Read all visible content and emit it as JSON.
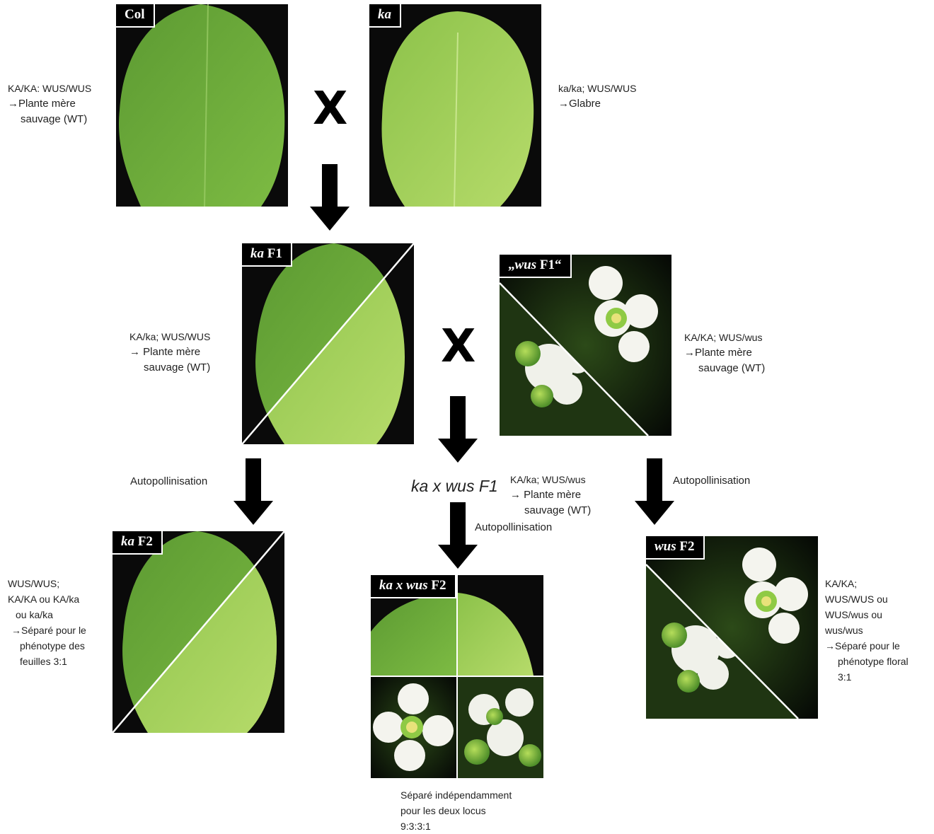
{
  "panels": {
    "col": {
      "label": "Col"
    },
    "ka": {
      "label": "ka"
    },
    "ka_f1": {
      "label_italic": "ka",
      "label_rest": " F1"
    },
    "wus_f1": {
      "label_pre": "„",
      "label_italic": "wus",
      "label_rest": " F1“"
    },
    "ka_f2": {
      "label_italic": "ka",
      "label_rest": " F2"
    },
    "kawus_f2": {
      "label_italic": "ka x wus",
      "label_rest": " F2"
    },
    "wus_f2": {
      "label_italic": "wus",
      "label_rest": " F2"
    }
  },
  "cross_symbols": {
    "top": "X",
    "middle": "X"
  },
  "annotations": {
    "col_note": {
      "genotype": "KA/KA: WUS/WUS",
      "line1": "→Plante mère",
      "line2": "sauvage (WT)"
    },
    "ka_note": {
      "genotype": "ka/ka; WUS/WUS",
      "line1": "→Glabre"
    },
    "ka_f1_note": {
      "genotype": "KA/ka; WUS/WUS",
      "line1": "→ Plante mère",
      "line2": "sauvage (WT)"
    },
    "wus_f1_note": {
      "genotype": "KA/KA; WUS/wus",
      "line1": "→Plante mère",
      "line2": "sauvage (WT)"
    },
    "cross_f1_label": "ka x wus F1",
    "cross_f1_note": {
      "genotype": "KA/ka; WUS/wus",
      "line1": "→ Plante mère",
      "line2": "sauvage (WT)"
    },
    "auto_left": "Autopollinisation",
    "auto_middle": "Autopollinisation",
    "auto_right": "Autopollinisation",
    "ka_f2_note": {
      "line1": "WUS/WUS;",
      "line2": "KA/KA ou   KA/ka",
      "line3": "ou ka/ka",
      "line4": "→Séparé pour le",
      "line5": "phénotype des",
      "line6": "feuilles 3:1"
    },
    "wus_f2_note": {
      "line1": "KA/KA;",
      "line2": "WUS/WUS ou",
      "line3": "WUS/wus  ou",
      "line4": "wus/wus",
      "line5": "→Séparé pour le",
      "line6": "phénotype floral",
      "line7": "3:1"
    },
    "kawus_f2_note": {
      "line1": "Séparé indépendamment",
      "line2": "pour les deux locus",
      "line3": "9:3:3:1"
    }
  },
  "colors": {
    "leaf_hairy": "#6fae3c",
    "leaf_glabrous": "#9cce4e",
    "flower": "#f2f3ee",
    "background": "#000000"
  }
}
